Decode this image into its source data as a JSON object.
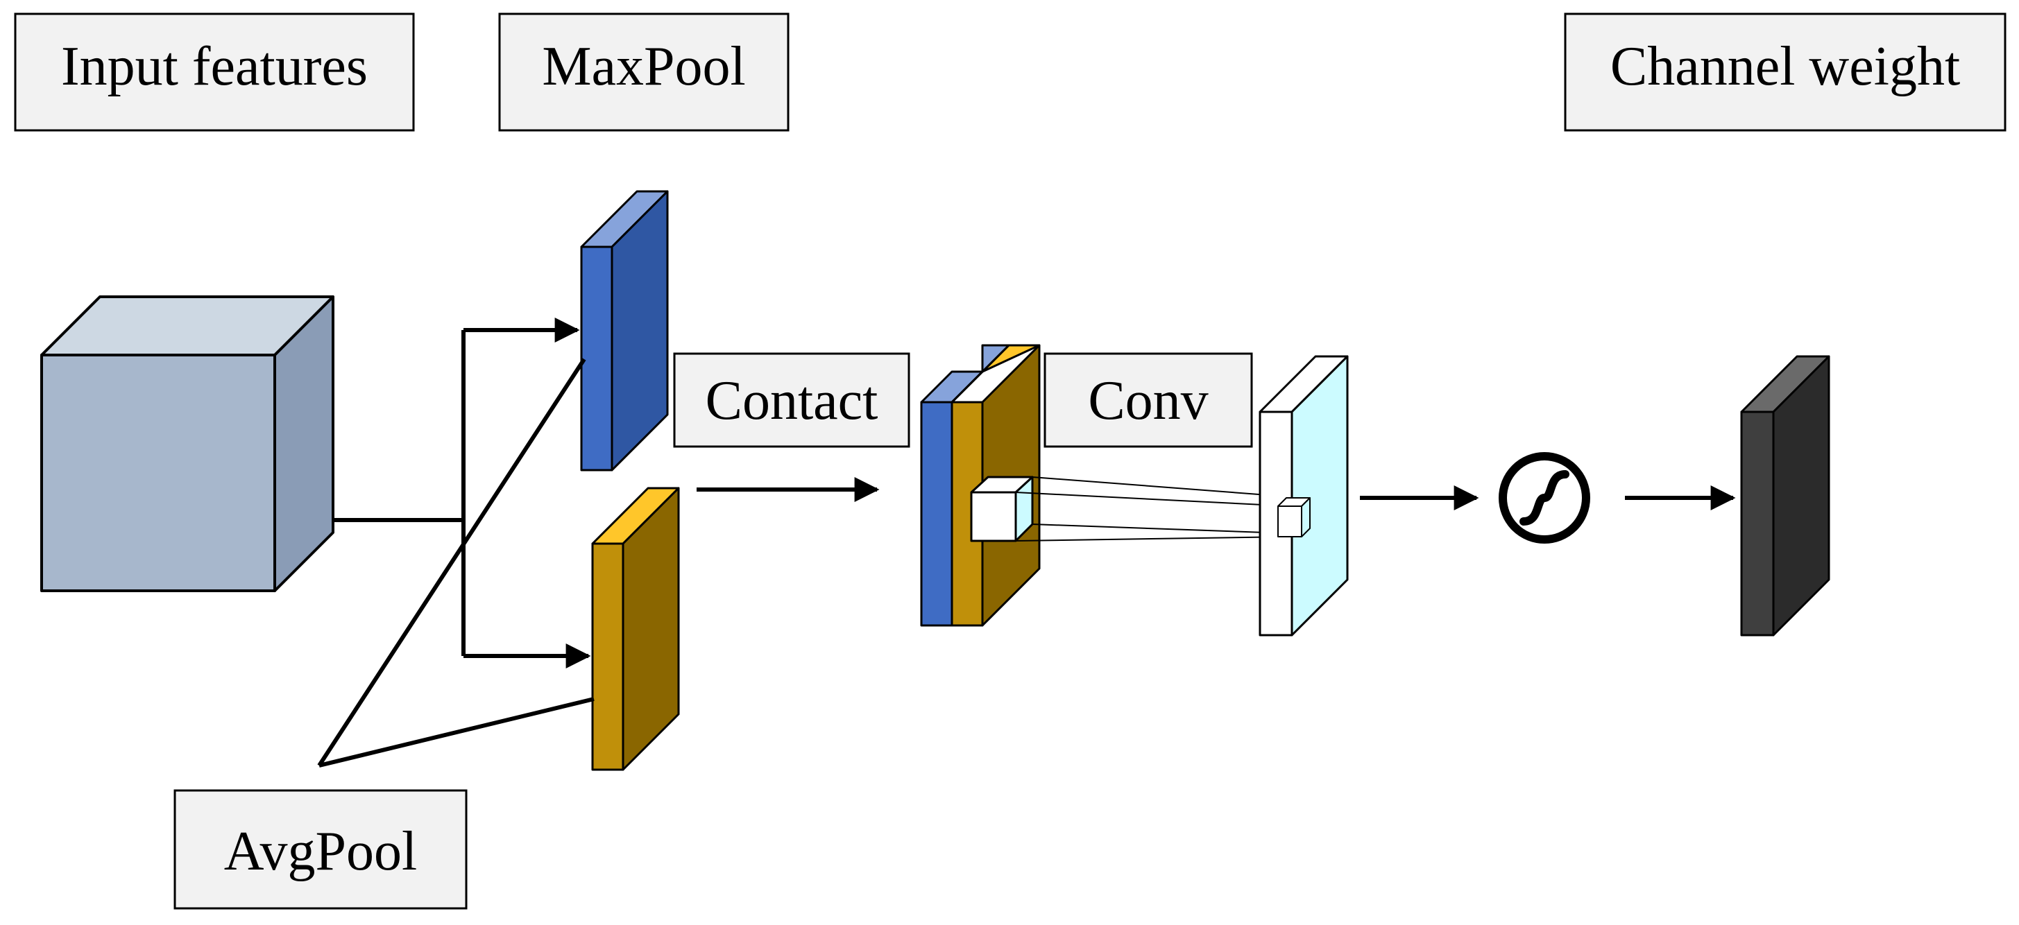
{
  "labels": {
    "input_features": "Input features",
    "maxpool": "MaxPool",
    "avgpool": "AvgPool",
    "contact": "Contact",
    "conv": "Conv",
    "channel_weight": "Channel weight"
  },
  "colors": {
    "input_cube_front": "#a7b7cc",
    "input_cube_top": "#cdd8e3",
    "input_cube_side": "#8a9cb6",
    "maxpool_front": "#3f6cc4",
    "maxpool_top": "#86a3db",
    "maxpool_side": "#2f57a3",
    "avgpool_front": "#c0900a",
    "avgpool_top": "#ffc62a",
    "avgpool_side": "#8a6600",
    "conv_output_front": "#ffffff",
    "conv_output_side": "#ccfbff",
    "channel_weight_front": "#3f3f3f",
    "channel_weight_top": "#6a6a6a",
    "channel_weight_side": "#2b2b2b",
    "label_box_fill": "#f2f2f2",
    "stroke": "#000000"
  },
  "icons": [
    "sigmoid-icon"
  ]
}
